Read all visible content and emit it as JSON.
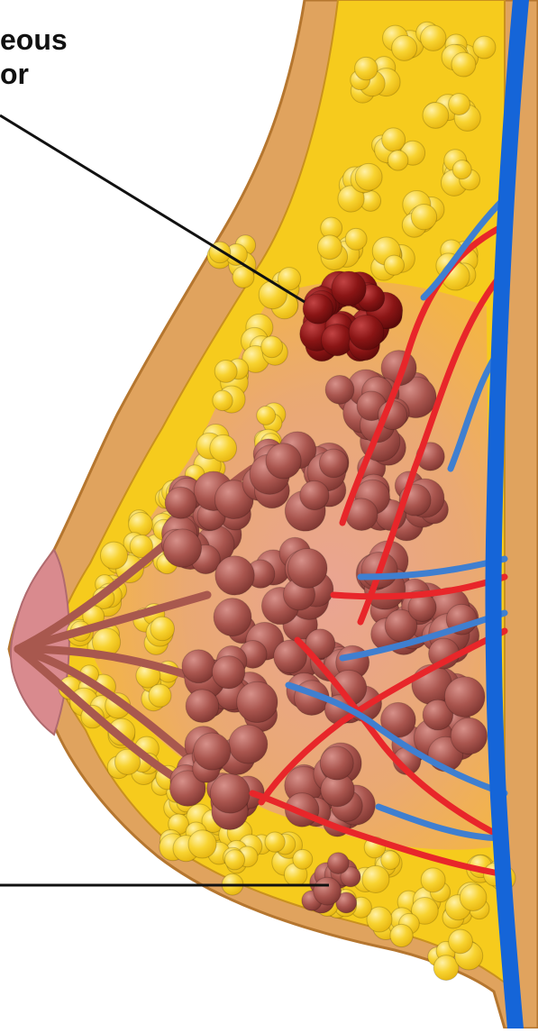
{
  "labels": {
    "tumor_line1": "eous",
    "tumor_line2": "or"
  },
  "colors": {
    "skin": "#E0A35E",
    "skin_outline": "#B5762F",
    "fat": "#F6CB1D",
    "fat_light": "#FCE58A",
    "gland_glow": "#E9A57C",
    "lobule": "#9C4A43",
    "lobule_light": "#C97F77",
    "tumor": "#7A1010",
    "tumor_light": "#B03A3A",
    "artery": "#E8262A",
    "vein": "#3F7FD0",
    "chest_wall": "#1565D8",
    "areola": "#D98A8E",
    "leader_line": "#111111"
  },
  "icons": {
    "tumor": "malignant-tumor-cluster",
    "benign": "benign-lump-cluster"
  }
}
